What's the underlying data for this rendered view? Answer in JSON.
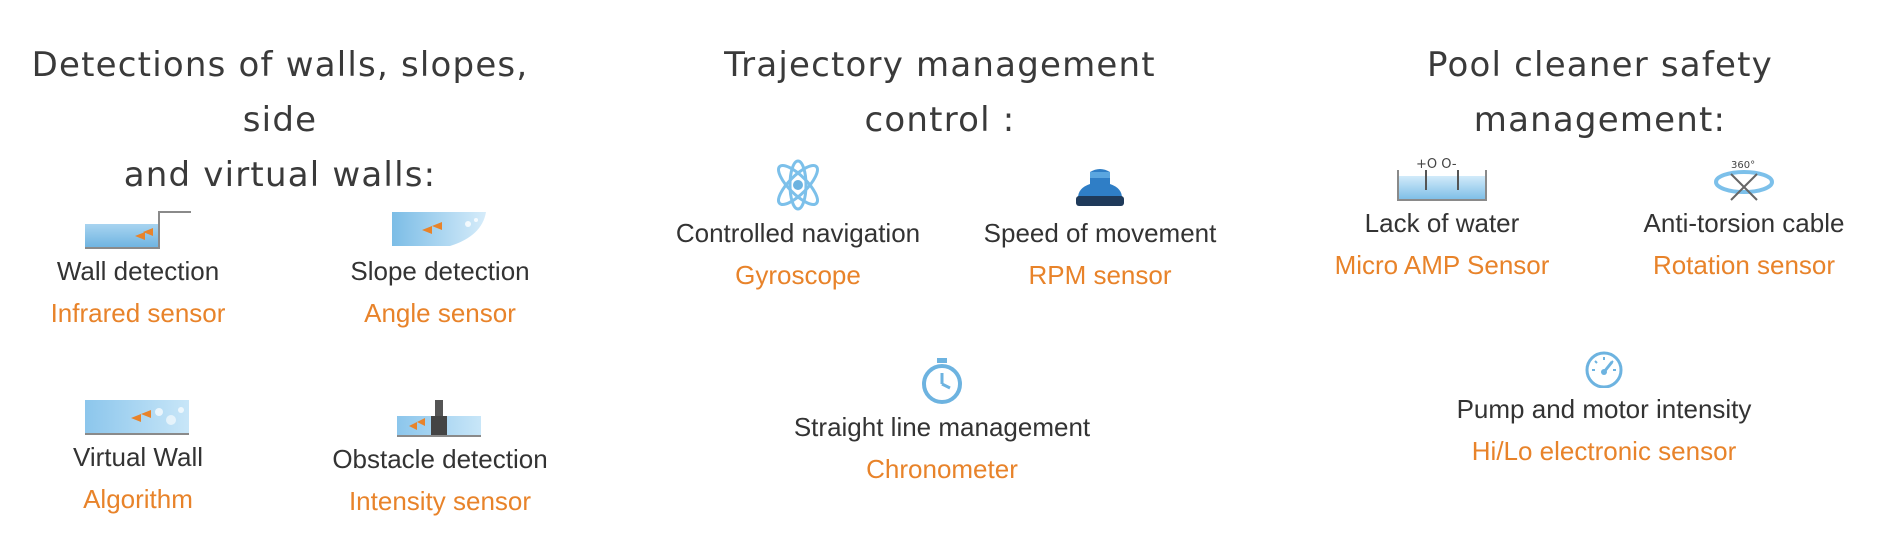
{
  "colors": {
    "accent": "#e8832a",
    "text": "#333333",
    "icon_blue": "#6db3e0"
  },
  "columns": [
    {
      "title_line1": "Detections of walls, slopes, side",
      "title_line2": "and virtual walls:",
      "features": [
        {
          "name": "Wall detection",
          "sensor": "Infrared sensor",
          "icon": "wall-icon"
        },
        {
          "name": "Slope detection",
          "sensor": "Angle sensor",
          "icon": "slope-icon"
        },
        {
          "name": "Virtual Wall",
          "sensor": "Algorithm",
          "icon": "virtual-wall-icon"
        },
        {
          "name": "Obstacle detection",
          "sensor": "Intensity sensor",
          "icon": "obstacle-icon"
        }
      ]
    },
    {
      "title_line1": "Trajectory management control :",
      "features": [
        {
          "name": "Controlled navigation",
          "sensor": "Gyroscope",
          "icon": "gyroscope-icon"
        },
        {
          "name": "Speed of movement",
          "sensor": "RPM sensor",
          "icon": "rpm-icon"
        },
        {
          "name": "Straight line management",
          "sensor": "Chronometer",
          "icon": "stopwatch-icon"
        }
      ]
    },
    {
      "title_line1": "Pool cleaner safety management:",
      "features": [
        {
          "name": "Lack of water",
          "sensor": "Micro AMP Sensor",
          "icon": "water-level-icon",
          "icon_text": "+O O-"
        },
        {
          "name": "Anti-torsion cable",
          "sensor": "Rotation sensor",
          "icon": "rotation-icon",
          "icon_text": "360°"
        },
        {
          "name": "Pump and motor intensity",
          "sensor": "Hi/Lo electronic sensor",
          "icon": "gauge-icon"
        }
      ]
    }
  ]
}
